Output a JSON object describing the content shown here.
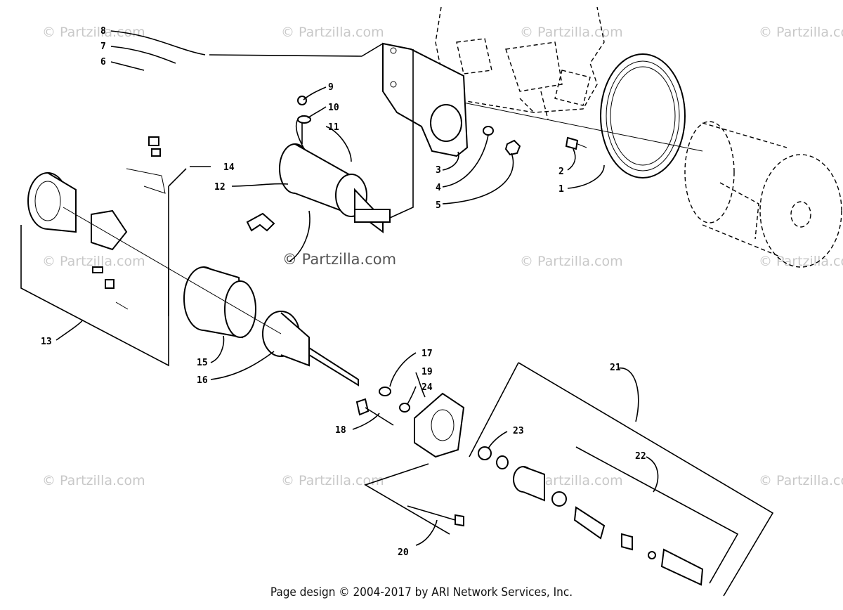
{
  "watermark": "© Partzilla.com",
  "footer": "Page design © 2004-2017 by ARI Network Services, Inc.",
  "callouts": [
    "1",
    "2",
    "3",
    "4",
    "5",
    "6",
    "7",
    "8",
    "9",
    "10",
    "11",
    "12",
    "13",
    "14",
    "15",
    "16",
    "17",
    "18",
    "19",
    "20",
    "21",
    "22",
    "23",
    "24"
  ]
}
